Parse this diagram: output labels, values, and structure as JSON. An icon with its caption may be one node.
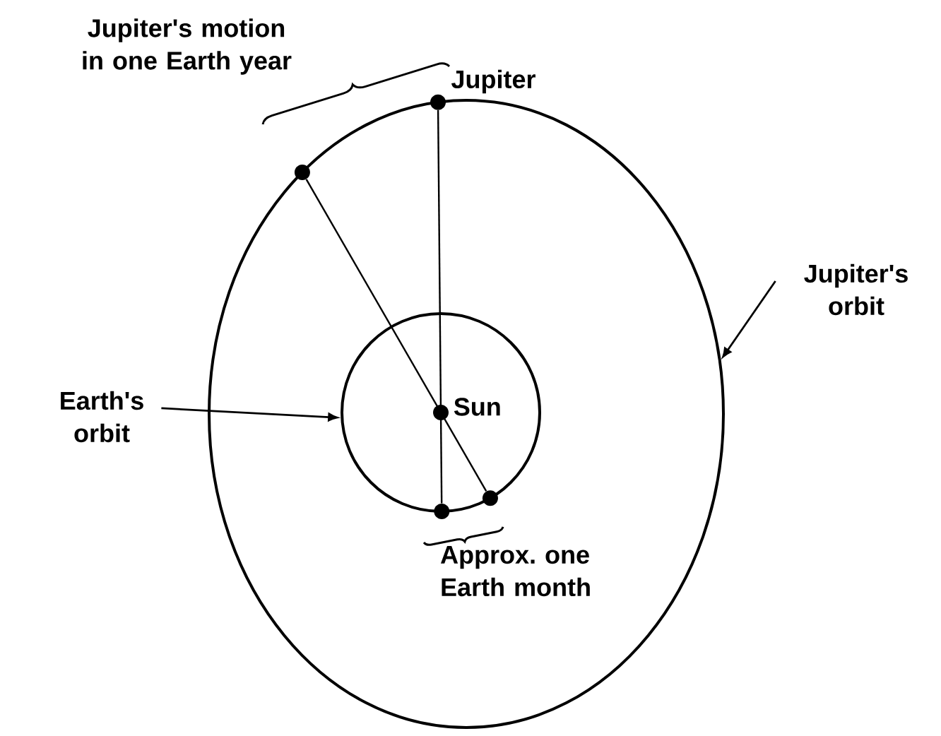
{
  "diagram": {
    "nodes": [
      {
        "text": [],
        "shape": "circle"
      },
      {
        "text": [],
        "shape": "circle",
        "in": 0
      },
      {
        "text": [],
        "shape": "dot",
        "beside": [
          "Sun"
        ],
        "in": 1
      },
      {
        "text": [],
        "shape": "dot",
        "beside": [
          "Jupiter"
        ]
      },
      {
        "text": [],
        "shape": "dot"
      },
      {
        "text": [],
        "shape": "dot",
        "in": 0
      },
      {
        "text": [],
        "shape": "dot",
        "in": 0
      },
      {
        "text": [
          "Jupiter's orbit"
        ]
      },
      {
        "text": [
          "Earth's orbit"
        ]
      }
    ],
    "edges": [
      {
        "from": 5,
        "to": 3,
        "arrow": "none"
      },
      {
        "from": 6,
        "to": 4,
        "arrow": "none"
      },
      {
        "from": 7,
        "to": 0,
        "arrow": "to"
      },
      {
        "from": 8,
        "to": 1,
        "arrow": "to"
      }
    ],
    "labels": [
      "Jupiter's motion in one Earth year",
      "Approx. one Earth month"
    ]
  }
}
